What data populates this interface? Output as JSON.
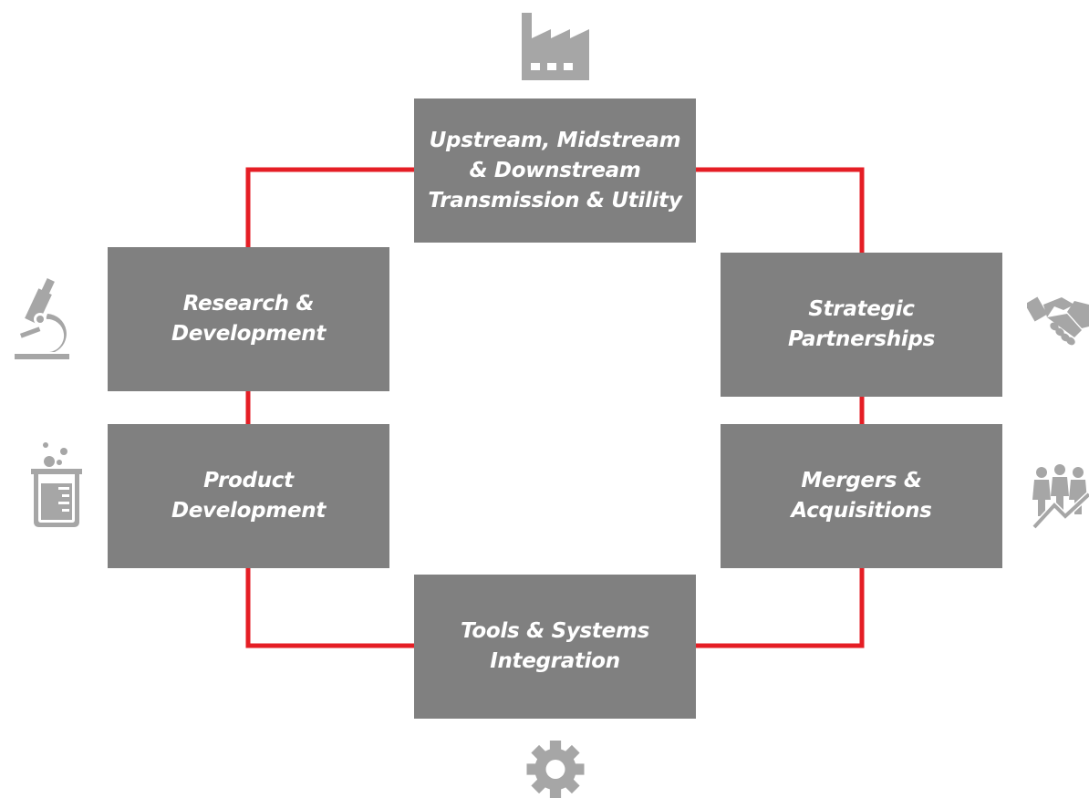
{
  "colors": {
    "box_fill": "#808080",
    "box_text": "#ffffff",
    "connector": "#e51e25",
    "icon": "#a6a6a6"
  },
  "nodes": {
    "upstream": {
      "label": "Upstream, Midstream\n& Downstream\nTransmission & Utility",
      "icon": "factory-icon"
    },
    "research": {
      "label": "Research &\nDevelopment",
      "icon": "microscope-icon"
    },
    "strategic": {
      "label": "Strategic\nPartnerships",
      "icon": "handshake-icon"
    },
    "product": {
      "label": "Product\nDevelopment",
      "icon": "beaker-icon"
    },
    "mergers": {
      "label": "Mergers &\nAcquisitions",
      "icon": "people-growth-icon"
    },
    "tools": {
      "label": "Tools & Systems\nIntegration",
      "icon": "gear-icon"
    }
  }
}
